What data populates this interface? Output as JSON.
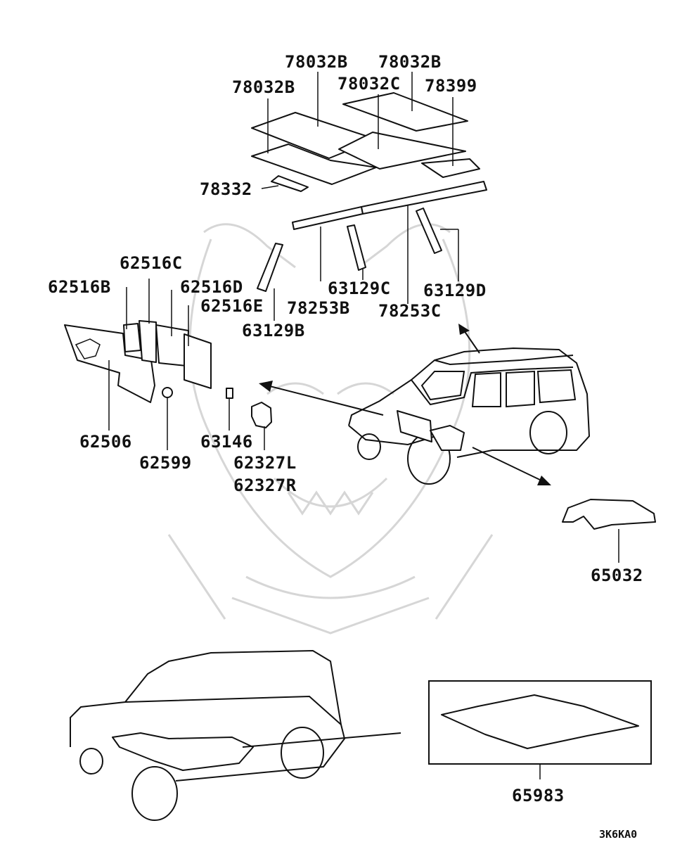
{
  "diagram_code": "3K6KA0",
  "labels": {
    "p78032B_a": "78032B",
    "p78032B_b": "78032B",
    "p78032B_c": "78032B",
    "p78032C": "78032C",
    "p78399": "78399",
    "p78332": "78332",
    "p62516C": "62516C",
    "p62516B": "62516B",
    "p62516D": "62516D",
    "p62516E": "62516E",
    "p63129C": "63129C",
    "p63129D": "63129D",
    "p78253B": "78253B",
    "p78253C": "78253C",
    "p63129B": "63129B",
    "p62506": "62506",
    "p62599": "62599",
    "p63146": "63146",
    "p62327L": "62327L",
    "p62327R": "62327R",
    "p65032": "65032",
    "p65983": "65983"
  }
}
